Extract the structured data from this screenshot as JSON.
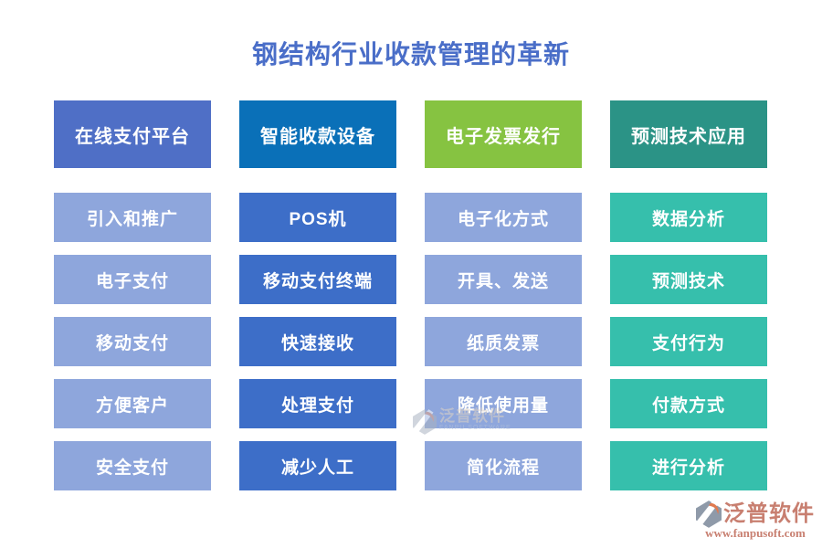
{
  "title": {
    "text": "钢结构行业收款管理的革新",
    "color": "#4a6ec8"
  },
  "columns": [
    {
      "header": {
        "label": "在线支付平台",
        "bg": "#4f6fc6"
      },
      "item_bg": "#8ea6dc",
      "items": [
        "引入和推广",
        "电子支付",
        "移动支付",
        "方便客户",
        "安全支付"
      ]
    },
    {
      "header": {
        "label": "智能收款设备",
        "bg": "#0a70b8"
      },
      "item_bg": "#3d6ec8",
      "items": [
        "POS机",
        "移动支付终端",
        "快速接收",
        "处理支付",
        "减少人工"
      ]
    },
    {
      "header": {
        "label": "电子发票发行",
        "bg": "#86c341"
      },
      "item_bg": "#8ea6dc",
      "items": [
        "电子化方式",
        "开具、发送",
        "纸质发票",
        "降低使用量",
        "简化流程"
      ]
    },
    {
      "header": {
        "label": "预测技术应用",
        "bg": "#2b9386"
      },
      "item_bg": "#36bfac",
      "items": [
        "数据分析",
        "预测技术",
        "支付行为",
        "付款方式",
        "进行分析"
      ]
    }
  ],
  "watermark": {
    "name": "泛普软件",
    "subtitle": "FANPU SOFTWARE"
  },
  "brand": {
    "name": "泛普软件",
    "url": "www.fanpusoft.com",
    "text_color": "#c87f70",
    "glyph_gray": "#8f9aa9",
    "glyph_orange": "#e07a50"
  }
}
